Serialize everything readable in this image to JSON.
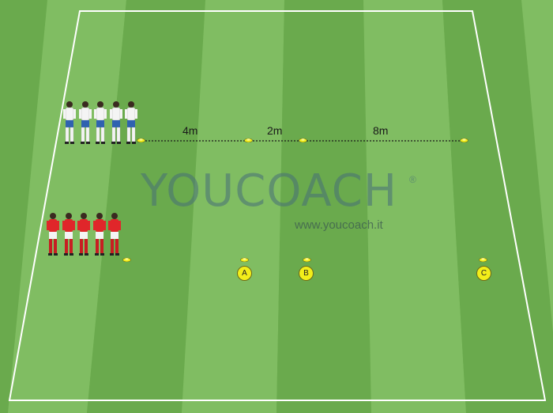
{
  "distances": {
    "d1": "4m",
    "d2": "2m",
    "d3": "8m"
  },
  "markers": {
    "a": "A",
    "b": "B",
    "c": "C"
  },
  "watermark": {
    "brand": "YOUCOACH",
    "url": "www.youcoach.it",
    "registered": "®"
  },
  "teams": {
    "white_team": {
      "count": 5,
      "shirt": "#f4f4f4",
      "shorts": "#2f62b0",
      "socks": "#f4f4f4"
    },
    "red_team": {
      "count": 5,
      "shirt": "#e0262a",
      "shorts": "#f4f4f4",
      "socks": "#c81e22"
    }
  },
  "colors": {
    "grass_light": "#86c267",
    "grass_dark": "#6aaa4d",
    "lines": "#ffffff",
    "cone": "#f2ee1a"
  }
}
